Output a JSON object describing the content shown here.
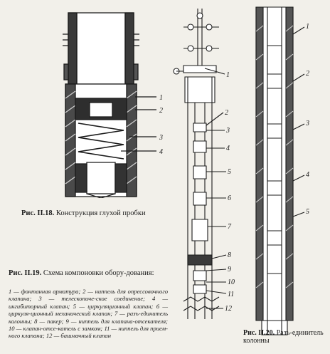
{
  "fig18": {
    "caption_label": "Рис. II.18.",
    "caption_text": "Конструкция глухой пробки",
    "callouts": [
      "1",
      "2",
      "3",
      "4"
    ]
  },
  "fig19": {
    "caption_label": "Рис. II.19.",
    "caption_text": "Схема компоновки обору-дования:",
    "legend": "1 — фонтанная арматура; 2 — ниппель для опрессовочного клапана; 3 — телескопиче-ское соединение; 4 — ингибиторный клапан; 5 — циркуляционный клапан; 6 — циркуля-ционный механический клапан; 7 — разъ-единитель колонны; 8 — пакер; 9 — ниппель для клапана-отсекателя; 10 — клапан-отсе-катель с замком; 11 — ниппель для прием-ного клапана; 12 — башмачный клапан",
    "callouts": [
      "1",
      "2",
      "3",
      "4",
      "5",
      "6",
      "7",
      "8",
      "9",
      "10",
      "11",
      "12"
    ]
  },
  "fig20": {
    "caption_label": "Рис. II.20.",
    "caption_text": "Разъ-единитель колонны",
    "callouts": [
      "1",
      "2",
      "3",
      "4",
      "5"
    ]
  }
}
